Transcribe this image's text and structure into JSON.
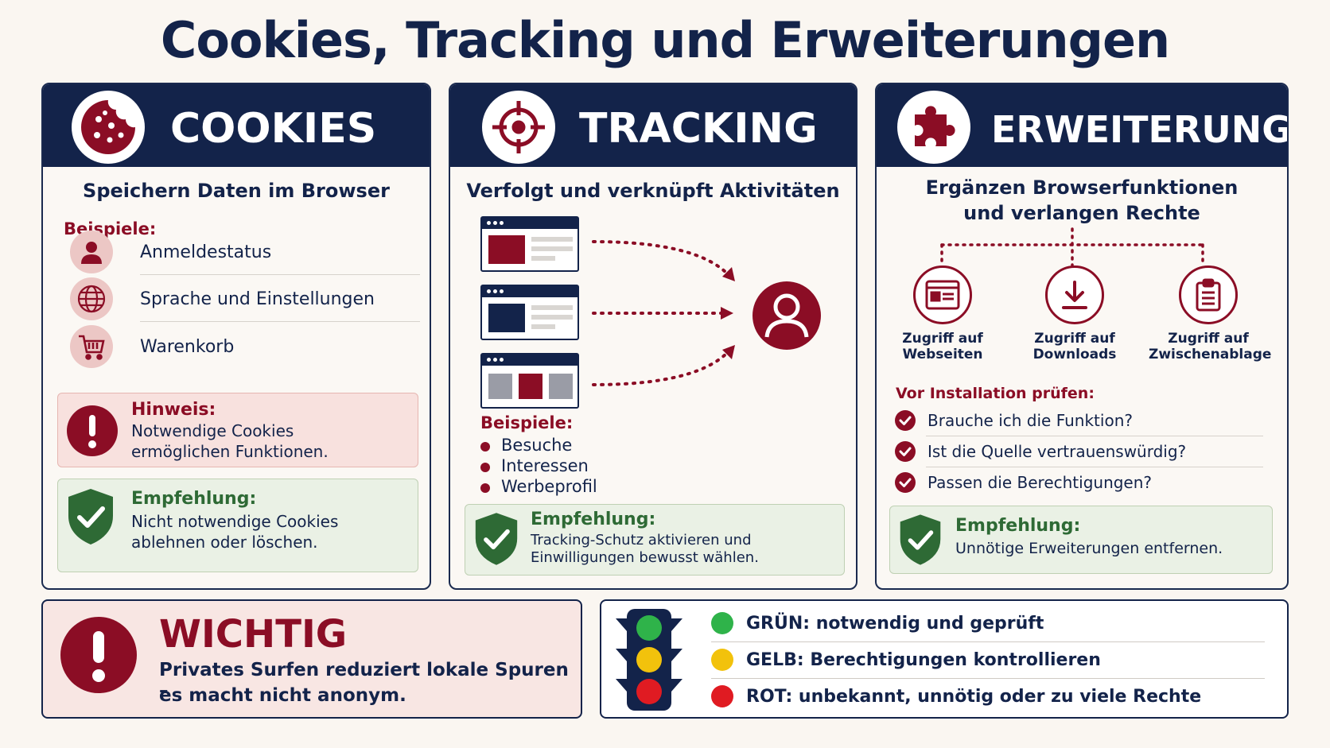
{
  "title": "Cookies, Tracking und Erweiterungen",
  "colors": {
    "navy": "#13234a",
    "red": "#8b0d25",
    "green": "#2e6a35",
    "green_light": "#2fb34a",
    "yellow_light": "#f2c20c",
    "red_light": "#e01b22"
  },
  "cookies": {
    "heading": "COOKIES",
    "subtitle": "Speichern Daten im Browser",
    "examples_label": "Beispiele:",
    "examples": [
      {
        "text": "Anmeldestatus",
        "icon": "user-icon"
      },
      {
        "text": "Sprache und Einstellungen",
        "icon": "globe-icon"
      },
      {
        "text": "Warenkorb",
        "icon": "cart-icon"
      }
    ],
    "note": {
      "title": "Hinweis:",
      "line1": "Notwendige Cookies",
      "line2": "ermöglichen Funktionen."
    },
    "recommendation": {
      "title": "Empfehlung:",
      "line1": "Nicht notwendige Cookies",
      "line2": "ablehnen oder löschen."
    }
  },
  "tracking": {
    "heading": "TRACKING",
    "subtitle": "Verfolgt und verknüpft Aktivitäten",
    "examples_label": "Beispiele:",
    "examples": [
      "Besuche",
      "Interessen",
      "Werbeprofil"
    ],
    "recommendation": {
      "title": "Empfehlung:",
      "line1": "Tracking-Schutz aktivieren und",
      "line2": "Einwilligungen bewusst wählen."
    }
  },
  "extensions": {
    "heading": "ERWEITERUNGEN",
    "subtitle_line1": "Ergänzen Browserfunktionen",
    "subtitle_line2": "und verlangen Rechte",
    "permissions": [
      {
        "line1": "Zugriff auf",
        "line2": "Webseiten",
        "icon": "webpage-icon"
      },
      {
        "line1": "Zugriff auf",
        "line2": "Downloads",
        "icon": "download-icon"
      },
      {
        "line1": "Zugriff auf",
        "line2": "Zwischenablage",
        "icon": "clipboard-icon"
      }
    ],
    "check_label": "Vor Installation prüfen:",
    "checks": [
      "Brauche ich die Funktion?",
      "Ist die Quelle vertrauenswürdig?",
      "Passen die Berechtigungen?"
    ],
    "recommendation": {
      "title": "Empfehlung:",
      "line1": "Unnötige Erweiterungen entfernen."
    }
  },
  "important": {
    "title": "WICHTIG",
    "line1": "Privates Surfen reduziert lokale Spuren –",
    "line2": "es macht nicht anonym."
  },
  "traffic_light": [
    {
      "text": "GRÜN: notwendig und geprüft",
      "color": "#2fb34a"
    },
    {
      "text": "GELB: Berechtigungen kontrollieren",
      "color": "#f2c20c"
    },
    {
      "text": "ROT: unbekannt, unnötig oder zu viele Rechte",
      "color": "#e01b22"
    }
  ]
}
